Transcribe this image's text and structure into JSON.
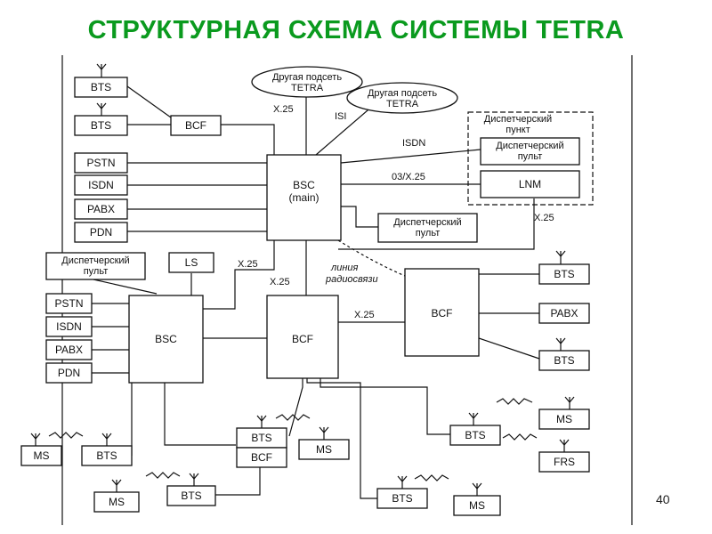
{
  "title": "СТРУКТУРНАЯ СХЕМА СИСТЕМЫ TETRA",
  "page_number": "40",
  "labels": {
    "bts": "BTS",
    "bcf": "BCF",
    "bsc": "BSC",
    "bsc_main_1": "BSC",
    "bsc_main_2": "(main)",
    "pstn": "PSTN",
    "isdn": "ISDN",
    "pabx": "PABX",
    "pdn": "PDN",
    "ls": "LS",
    "lnm": "LNM",
    "ms": "MS",
    "frs": "FRS",
    "other_subnet_1": "Другая подсеть",
    "other_subnet_2": "TETRA",
    "dispatch_console_1": "Диспетчерский",
    "dispatch_console_2": "пульт",
    "dispatch_point_1": "Диспетчерский",
    "dispatch_point_2": "пункт",
    "x25": "X.25",
    "isi": "ISI",
    "isdn_link": "ISDN",
    "o3_x25": "03/X.25",
    "radio_link_1": "линия",
    "radio_link_2": "радиосвязи"
  }
}
